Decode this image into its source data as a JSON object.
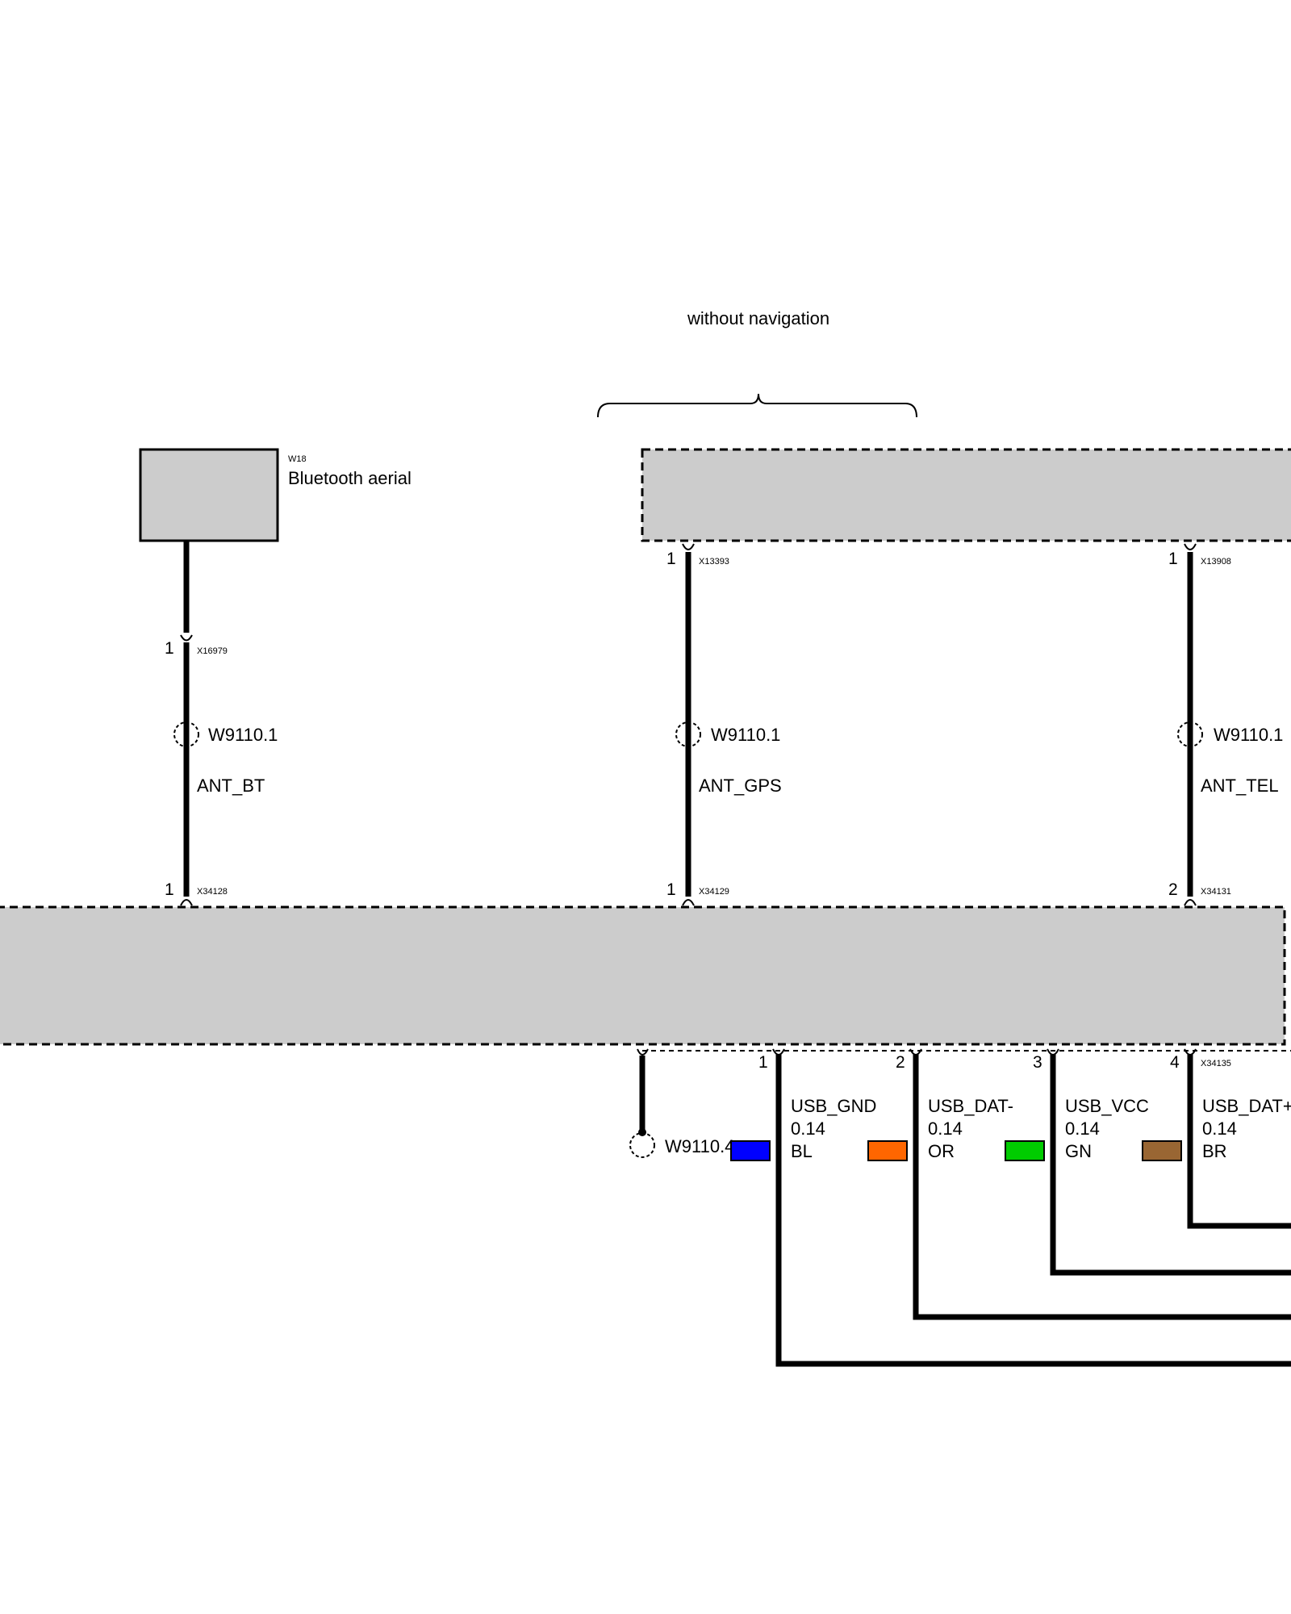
{
  "annotation": {
    "without_navigation": "without navigation"
  },
  "components": {
    "bluetooth_aerial": {
      "id": "W18",
      "name": "Bluetooth aerial",
      "color": "#cccccc"
    },
    "antenna_module": {
      "color": "#cccccc"
    },
    "control_unit": {
      "color": "#cccccc"
    }
  },
  "wires": {
    "bt": {
      "pin_top": "1",
      "conn_top": "X16979",
      "shield": "W9110.1",
      "signal": "ANT_BT",
      "pin_bottom": "1",
      "conn_bottom": "X34128"
    },
    "gps": {
      "pin_top": "1",
      "conn_top": "X13393",
      "shield": "W9110.1",
      "signal": "ANT_GPS",
      "pin_bottom": "1",
      "conn_bottom": "X34129"
    },
    "tel": {
      "pin_top": "1",
      "conn_top": "X13908",
      "shield": "W9110.1",
      "signal": "ANT_TEL",
      "pin_bottom": "2",
      "conn_bottom": "X34131"
    }
  },
  "usb": {
    "connector": "X34135",
    "shield": "W9110.4",
    "lines": [
      {
        "pin": "1",
        "signal": "USB_GND",
        "size": "0.14",
        "color_code": "BL",
        "color": "#0000ff"
      },
      {
        "pin": "2",
        "signal": "USB_DAT-",
        "size": "0.14",
        "color_code": "OR",
        "color": "#ff6600"
      },
      {
        "pin": "3",
        "signal": "USB_VCC",
        "size": "0.14",
        "color_code": "GN",
        "color": "#00cc00"
      },
      {
        "pin": "4",
        "signal": "USB_DAT+",
        "size": "0.14",
        "color_code": "BR",
        "color": "#996633"
      }
    ]
  }
}
